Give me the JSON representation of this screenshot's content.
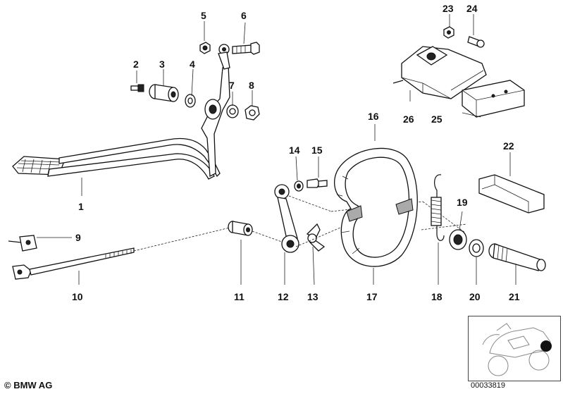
{
  "parts": {
    "p1": "1",
    "p2": "2",
    "p3": "3",
    "p4": "4",
    "p5": "5",
    "p6": "6",
    "p7": "7",
    "p8": "8",
    "p9": "9",
    "p10": "10",
    "p11": "11",
    "p12": "12",
    "p13": "13",
    "p14": "14",
    "p15": "15",
    "p16": "16",
    "p17": "17",
    "p18": "18",
    "p19": "19",
    "p20": "20",
    "p21": "21",
    "p22": "22",
    "p23": "23",
    "p24": "24",
    "p25": "25",
    "p26": "26"
  },
  "footer": {
    "copyright": "© BMW AG",
    "diagram_id": "00033819"
  },
  "icons": {
    "thumbnail": "motorcycle-silhouette-icon",
    "location_marker": "location-dot-icon"
  }
}
